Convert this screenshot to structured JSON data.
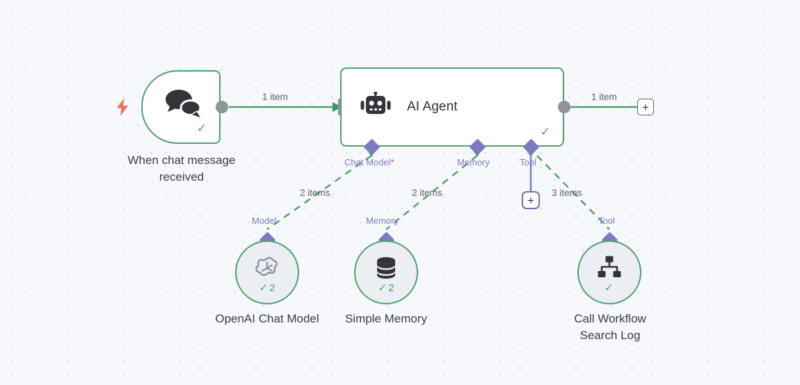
{
  "canvas": {
    "background_color": "#f7f8fb",
    "grid_dot_color": "#d5d8e3",
    "accent_green": "#4ea06a",
    "accent_purple": "#7b7cc0",
    "trigger_bolt_color": "#f2705a",
    "port_gray": "#909399"
  },
  "nodes": {
    "trigger": {
      "caption": "When chat message\nreceived",
      "icon": "chat-bubbles-icon",
      "status": "✓"
    },
    "agent": {
      "title": "AI Agent",
      "icon": "robot-icon",
      "status": "✓"
    },
    "openai": {
      "caption": "OpenAI Chat Model",
      "icon": "openai-logo-icon",
      "status": "✓",
      "run_count": "2"
    },
    "memory": {
      "caption": "Simple Memory",
      "icon": "database-icon",
      "status": "✓",
      "run_count": "2"
    },
    "tool": {
      "caption": "Call Workflow\nSearch Log",
      "icon": "sitemap-icon",
      "status": "✓",
      "run_count": ""
    }
  },
  "connectors": {
    "agent_chat_model": "Chat Model",
    "agent_chat_model_required": "*",
    "agent_memory": "Memory",
    "agent_tool": "Tool",
    "sub_model": "Model",
    "sub_memory": "Memory",
    "sub_tool": "Tool"
  },
  "edge_labels": {
    "trigger_to_agent": "1 item",
    "agent_to_output": "1 item",
    "agent_to_model": "2 items",
    "agent_to_memory": "2 items",
    "agent_to_tool": "3 items"
  },
  "buttons": {
    "add_output_node": "+",
    "add_tool_node": "+"
  }
}
